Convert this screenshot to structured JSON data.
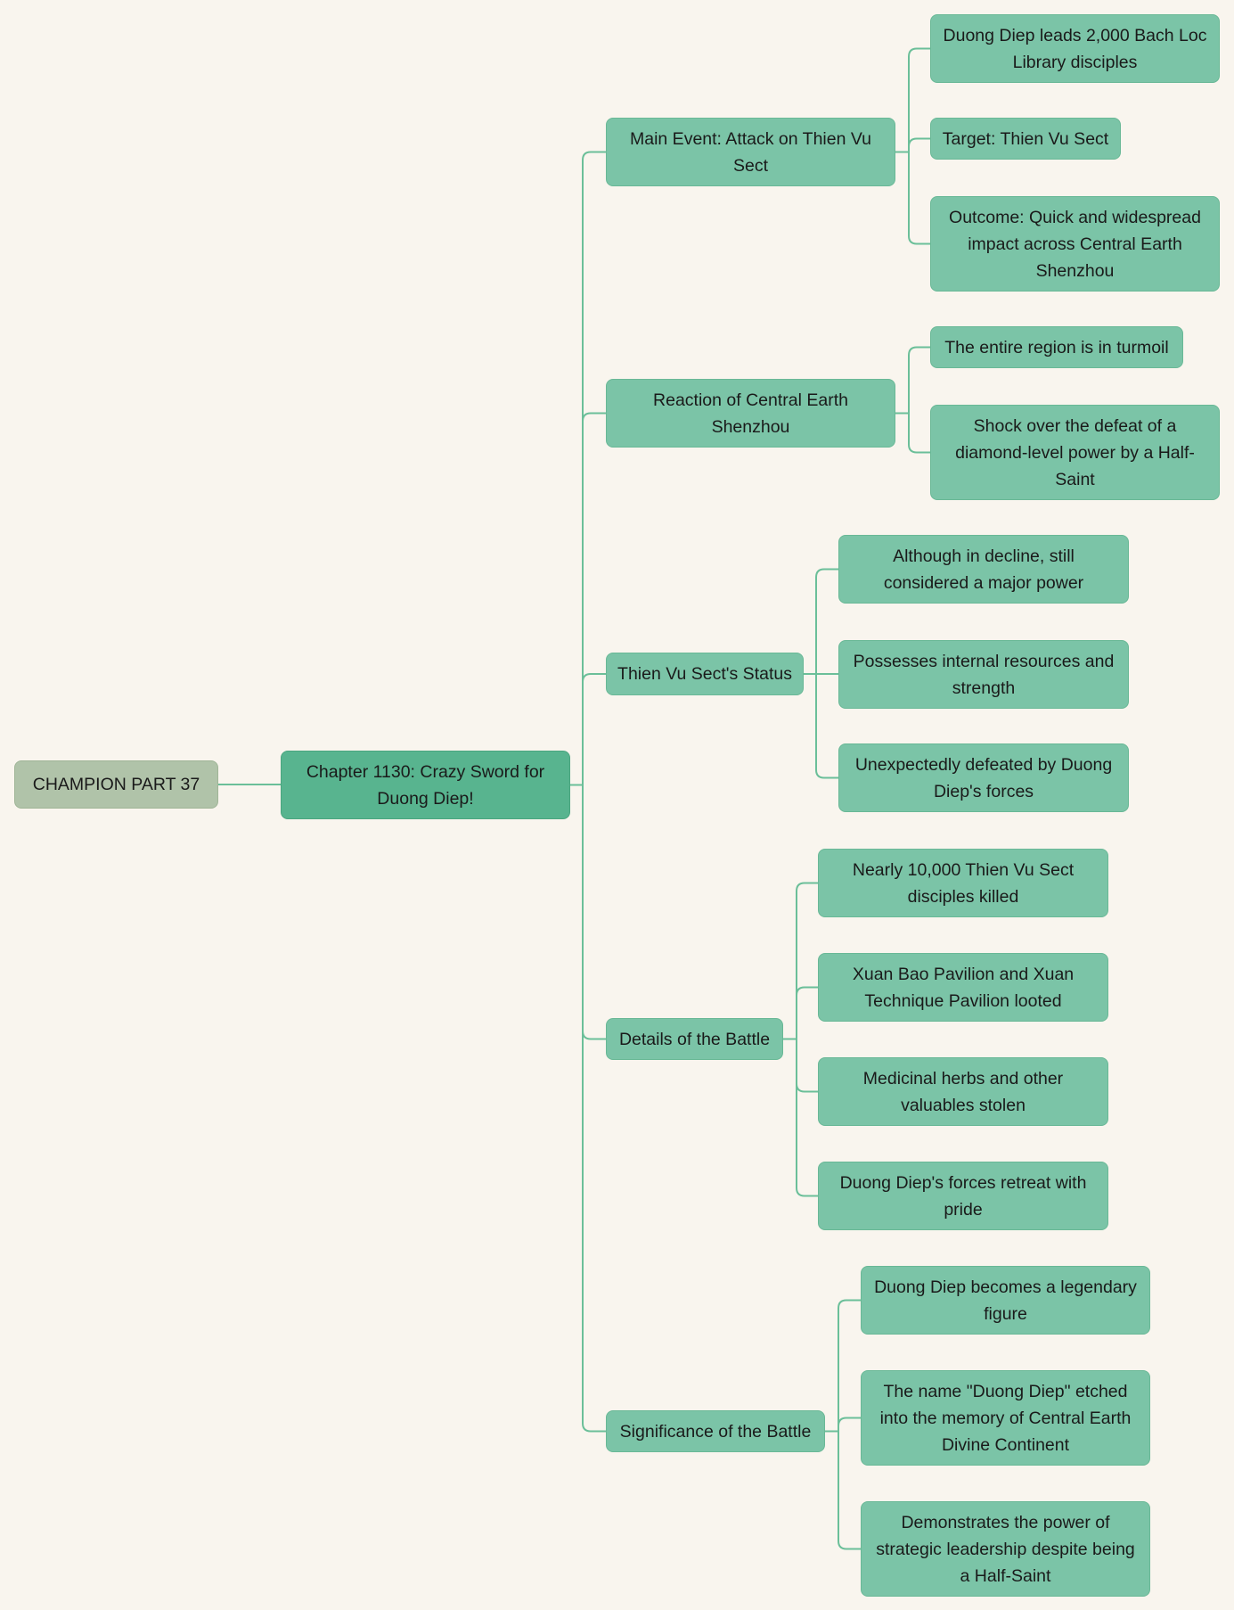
{
  "root": {
    "label": "CHAMPION PART 37"
  },
  "chapter": {
    "label": "Chapter 1130: Crazy Sword for Duong Diep!"
  },
  "branches": [
    {
      "label": "Main Event: Attack on Thien Vu Sect",
      "children": [
        "Duong Diep leads 2,000 Bach Loc Library disciples",
        "Target: Thien Vu Sect",
        "Outcome: Quick and widespread impact across Central Earth Shenzhou"
      ]
    },
    {
      "label": "Reaction of Central Earth Shenzhou",
      "children": [
        "The entire region is in turmoil",
        "Shock over the defeat of a diamond-level power by a Half-Saint"
      ]
    },
    {
      "label": "Thien Vu Sect's Status",
      "children": [
        "Although in decline, still considered a major power",
        "Possesses internal resources and strength",
        "Unexpectedly defeated by Duong Diep's forces"
      ]
    },
    {
      "label": "Details of the Battle",
      "children": [
        "Nearly 10,000 Thien Vu Sect disciples killed",
        "Xuan Bao Pavilion and Xuan Technique Pavilion looted",
        "Medicinal herbs and other valuables stolen",
        "Duong Diep's forces retreat with pride"
      ]
    },
    {
      "label": "Significance of the Battle",
      "children": [
        "Duong Diep becomes a legendary figure",
        "The name \"Duong Diep\" etched into the memory of Central Earth Divine Continent",
        "Demonstrates the power of strategic leadership despite being a Half-Saint"
      ]
    }
  ],
  "colors": {
    "background": "#f9f5ee",
    "node": "#7bc4a7",
    "chapter": "#58b48f",
    "root": "#b0c3a9",
    "line": "#6bbf99"
  }
}
